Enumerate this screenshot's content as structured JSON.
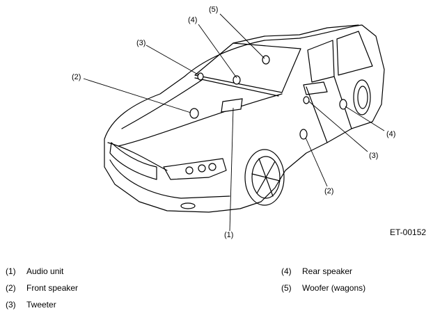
{
  "callouts": {
    "c5_top": "(5)",
    "c4_top": "(4)",
    "c3_top": "(3)",
    "c2_left": "(2)",
    "c4_right": "(4)",
    "c3_right": "(3)",
    "c2_bottom": "(2)",
    "c1_bottom": "(1)"
  },
  "figure_id": "ET-00152",
  "legend": [
    {
      "num": "(1)",
      "label": "Audio unit"
    },
    {
      "num": "(2)",
      "label": "Front speaker"
    },
    {
      "num": "(3)",
      "label": "Tweeter"
    },
    {
      "num": "(4)",
      "label": "Rear speaker"
    },
    {
      "num": "(5)",
      "label": "Woofer (wagons)"
    }
  ]
}
